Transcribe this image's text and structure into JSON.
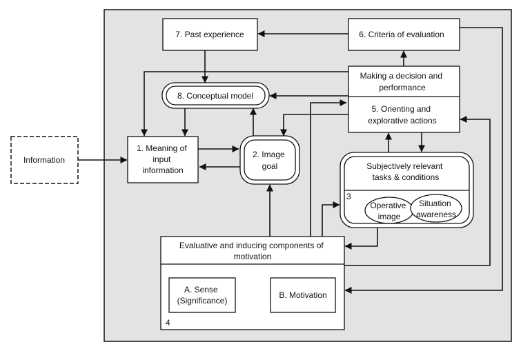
{
  "nodes": {
    "information": [
      "Information"
    ],
    "past_experience": [
      "7. Past experience"
    ],
    "criteria": [
      "6. Criteria of evaluation"
    ],
    "decision": [
      "Making a decision and",
      "performance"
    ],
    "conceptual_model": [
      "8. Conceptual model"
    ],
    "orienting": [
      "5. Orienting and",
      "explorative actions"
    ],
    "meaning": [
      "1. Meaning of",
      "input",
      "information"
    ],
    "image_goal": [
      "2. Image",
      "goal"
    ],
    "tasks": [
      "Subjectively relevant",
      "tasks & conditions"
    ],
    "tasks_number": "3",
    "operative_image": [
      "Operative",
      "image"
    ],
    "situation_awareness": [
      "Situation",
      "awareness"
    ],
    "motivation_block": [
      "Evaluative and inducing components of",
      "motivation"
    ],
    "motivation_number": "4",
    "sense": [
      "A. Sense",
      "(Significance)"
    ],
    "motivation": [
      "B. Motivation"
    ]
  },
  "colors": {
    "frame": "#e3e3e3",
    "stroke": "#111111",
    "box": "#ffffff"
  }
}
